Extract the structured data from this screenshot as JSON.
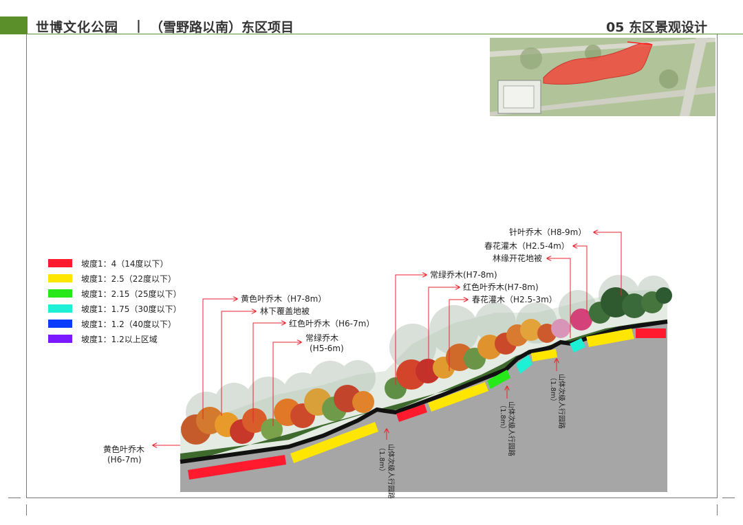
{
  "header": {
    "title": "世博文化公园",
    "separator": "|",
    "subtitle": "（雪野路以南）东区项目",
    "section": "05 东区景观设计"
  },
  "legend": [
    {
      "color": "#ff1a2e",
      "label": "坡度1：4（14度以下）"
    },
    {
      "color": "#ffe600",
      "label": "坡度1：2.5（22度以下）"
    },
    {
      "color": "#27e818",
      "label": "坡度1：2.15（25度以下）"
    },
    {
      "color": "#1ef0d6",
      "label": "坡度1：1.75（30度以下）"
    },
    {
      "color": "#0a3cff",
      "label": "坡度1：1.2（40度以下）"
    },
    {
      "color": "#7a18ff",
      "label": "坡度1：1.2以上区域"
    }
  ],
  "labels": {
    "yellow_tree_left_1": "黄色叶乔木",
    "yellow_tree_left_2": "(H6-7m)",
    "yellow_tree": "黄色叶乔木（H7-8m）",
    "ground_cover": "林下覆盖地被",
    "red_tree_low": "红色叶乔木（H6-7m）",
    "evergreen_1": "常绿乔木",
    "evergreen_2": "(H5-6m)",
    "evergreen_high": "常绿乔木(H7-8m)",
    "red_tree_high": "红色叶乔木(H7-8m)",
    "spring_shrub_low": "春花灌木（H2.5-3m）",
    "conifer": "针叶乔木（H8-9m）",
    "spring_shrub_high": "春花灌木（H2.5-4m）",
    "edge_flower": "林缘开花地被",
    "path_1": "山体次级人行园路",
    "path_1_w": "（1.8m）",
    "path_2": "山体次级人行园路",
    "path_2_w": "（1.8m）",
    "path_3": "山体次级人行园路",
    "path_3_w": "（1.8m）"
  }
}
